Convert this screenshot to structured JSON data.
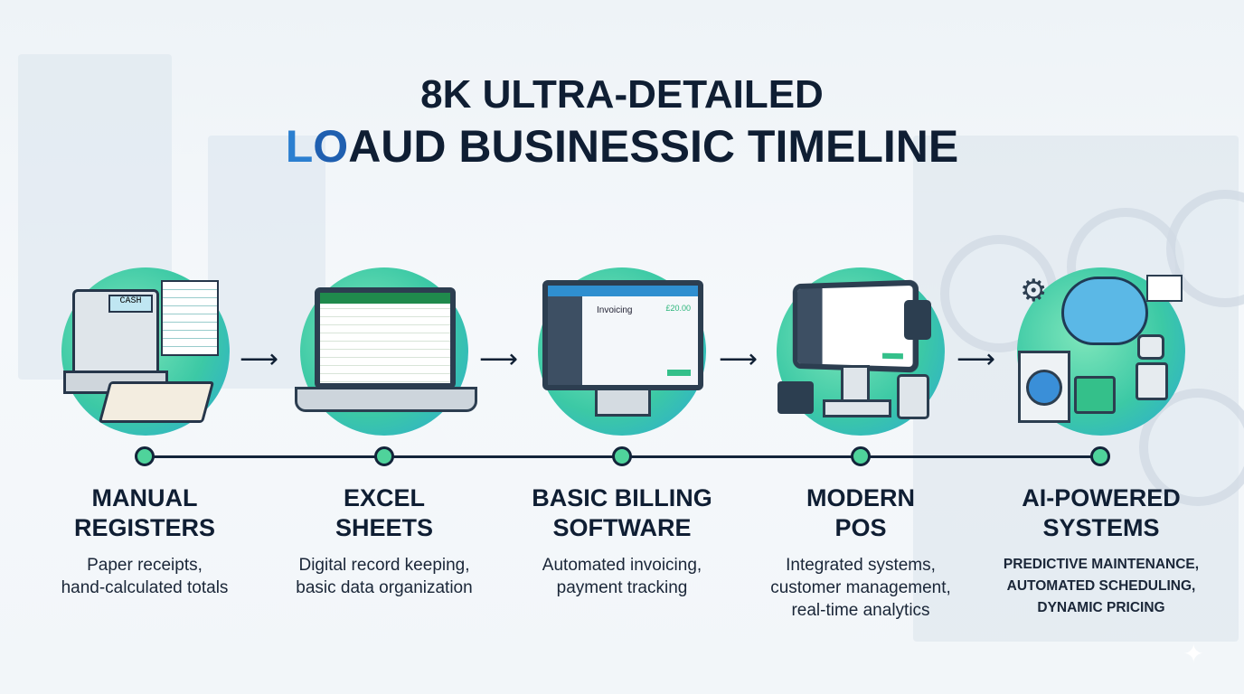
{
  "title": {
    "line1": "8K ULTRA-DETAILED",
    "line2_l": "L",
    "line2_o": "O",
    "line2_rest": "AUD BUSINESSIC TIMELINE"
  },
  "icons": {
    "register_label": "CASH",
    "invoice_title": "Invoicing",
    "invoice_amount": "£20.00"
  },
  "stages": [
    {
      "title1": "MANUAL",
      "title2": "REGISTERS",
      "desc": [
        "Paper receipts,",
        "hand-calculated totals"
      ],
      "icon": "cash-register-icon"
    },
    {
      "title1": "EXCEL",
      "title2": "SHEETS",
      "desc": [
        "Digital record keeping,",
        "basic data organization"
      ],
      "icon": "laptop-spreadsheet-icon"
    },
    {
      "title1": "BASIC BILLING",
      "title2": "SOFTWARE",
      "desc": [
        "Automated invoicing,",
        "payment tracking"
      ],
      "icon": "monitor-invoice-icon"
    },
    {
      "title1": "MODERN",
      "title2": "POS",
      "desc": [
        "Integrated systems,",
        "customer management,",
        "real-time analytics"
      ],
      "icon": "pos-terminal-icon"
    },
    {
      "title1": "AI-POWERED",
      "title2": "SYSTEMS",
      "desc": [
        "PREDICTIVE MAINTENANCE,",
        "AUTOMATED SCHEDULING,",
        "DYNAMIC PRICING"
      ],
      "icon": "ai-brain-icon"
    }
  ],
  "colors": {
    "accent": "#4fd39b",
    "dark": "#0f1e33",
    "blue": "#2b7fd0"
  }
}
